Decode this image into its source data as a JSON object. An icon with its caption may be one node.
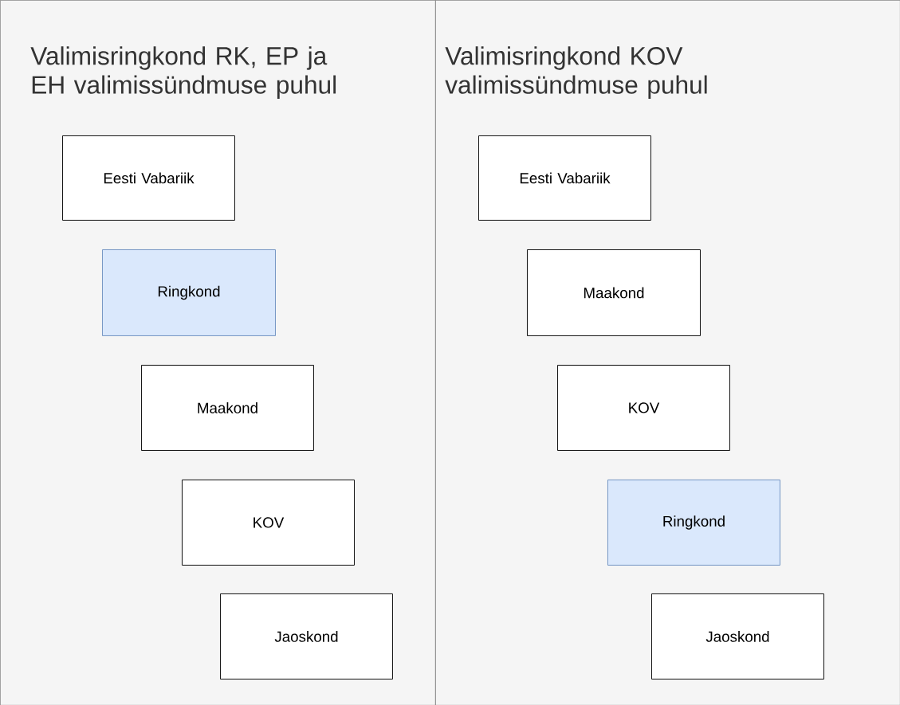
{
  "diagram": {
    "nodes": [
      {
        "text": [
          "Valimisringkond RK, EP ja EH valimissündmuse puhul"
        ]
      },
      {
        "text": [
          "Eesti Vabariik"
        ],
        "in": 0
      },
      {
        "text": [
          "Ringkond"
        ],
        "in": 0
      },
      {
        "text": [
          "Maakond"
        ],
        "in": 0
      },
      {
        "text": [
          "KOV"
        ],
        "in": 0
      },
      {
        "text": [
          "Jaoskond"
        ],
        "in": 0
      },
      {
        "text": [
          "Valimisringkond KOV valimissündmuse puhul"
        ]
      },
      {
        "text": [
          "Eesti Vabariik"
        ],
        "in": 6
      },
      {
        "text": [
          "Maakond"
        ],
        "in": 6
      },
      {
        "text": [
          "KOV"
        ],
        "in": 6
      },
      {
        "text": [
          "Ringkond"
        ],
        "in": 6
      },
      {
        "text": [
          "Jaoskond"
        ],
        "in": 6
      }
    ]
  }
}
